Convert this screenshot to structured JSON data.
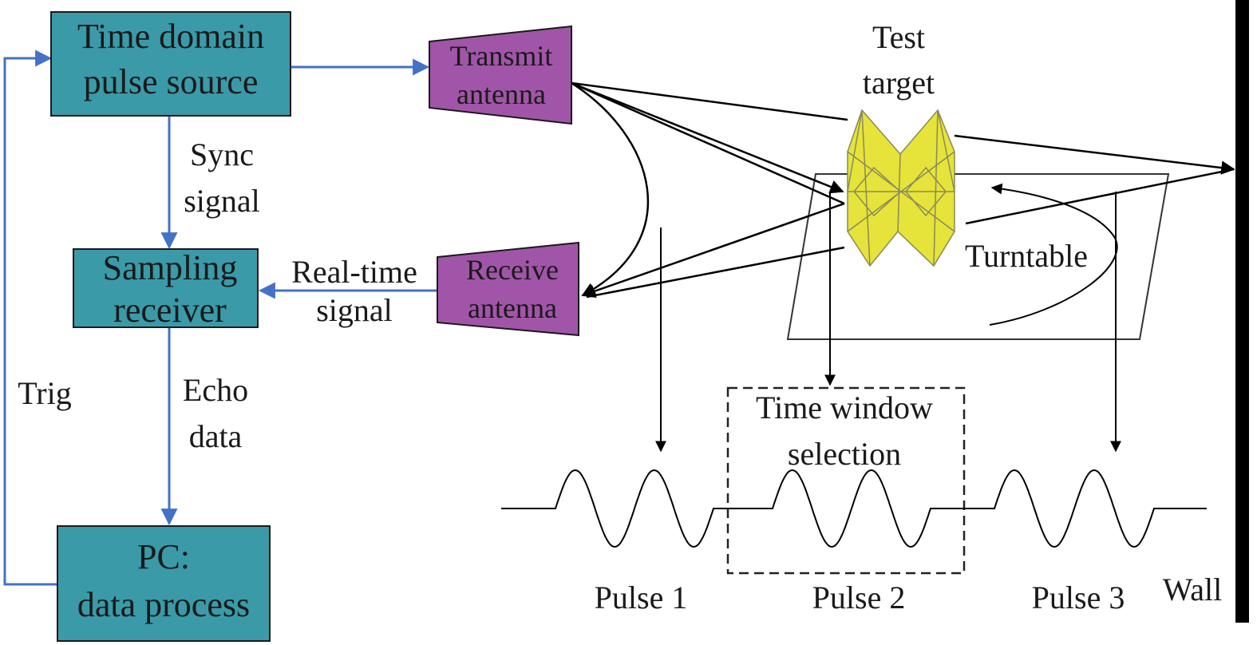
{
  "blocks": {
    "source": {
      "line1": "Time domain",
      "line2": "pulse source"
    },
    "receiver": {
      "line1": "Sampling",
      "line2": "receiver"
    },
    "pc": {
      "line1": "PC:",
      "line2": "data process"
    },
    "transmit": {
      "line1": "Transmit",
      "line2": "antenna"
    },
    "receive": {
      "line1": "Receive",
      "line2": "antenna"
    }
  },
  "signals": {
    "sync": {
      "line1": "Sync",
      "line2": "signal"
    },
    "realtime": {
      "line1": "Real-time",
      "line2": "signal"
    },
    "echo": {
      "line1": "Echo",
      "line2": "data"
    },
    "trig": "Trig"
  },
  "scene": {
    "test_target": {
      "line1": "Test",
      "line2": "target"
    },
    "turntable": "Turntable",
    "time_window": {
      "line1": "Time window",
      "line2": "selection"
    },
    "pulses": [
      "Pulse 1",
      "Pulse 2",
      "Pulse 3"
    ],
    "wall": "Wall"
  },
  "colors": {
    "block_fill": "#3a9aa8",
    "antenna_fill": "#a155a8",
    "flow_arrow": "#4472c4",
    "target_fill": "#e6e33a",
    "ray": "#000000"
  }
}
